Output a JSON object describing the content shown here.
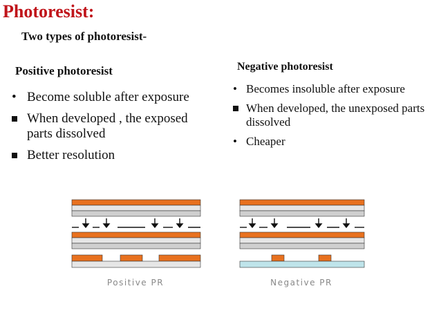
{
  "slide": {
    "title": "Photoresist:",
    "subtitle": "Two types of photoresist-"
  },
  "positive": {
    "heading": "Positive photoresist",
    "bullets": [
      {
        "marker": "•",
        "text": "Become  soluble after exposure"
      },
      {
        "marker": "square",
        "text": "When developed , the exposed parts dissolved"
      },
      {
        "marker": "square",
        "text": "Better resolution"
      }
    ],
    "diagram_label": "Positive PR"
  },
  "negative": {
    "heading": "Negative photoresist",
    "bullets": [
      {
        "marker": "•",
        "text": "Becomes insoluble after exposure"
      },
      {
        "marker": "square",
        "text": "When developed, the unexposed parts dissolved"
      },
      {
        "marker": "•",
        "text": "Cheaper"
      }
    ],
    "diagram_label": "Negative PR"
  },
  "colors": {
    "title": "#c0141a",
    "photoresist": "#e8711f",
    "substrate_top": "#e6e6e6",
    "substrate_bottom": "#cfcfcf",
    "developed_substrate": "#bfe4ea"
  }
}
